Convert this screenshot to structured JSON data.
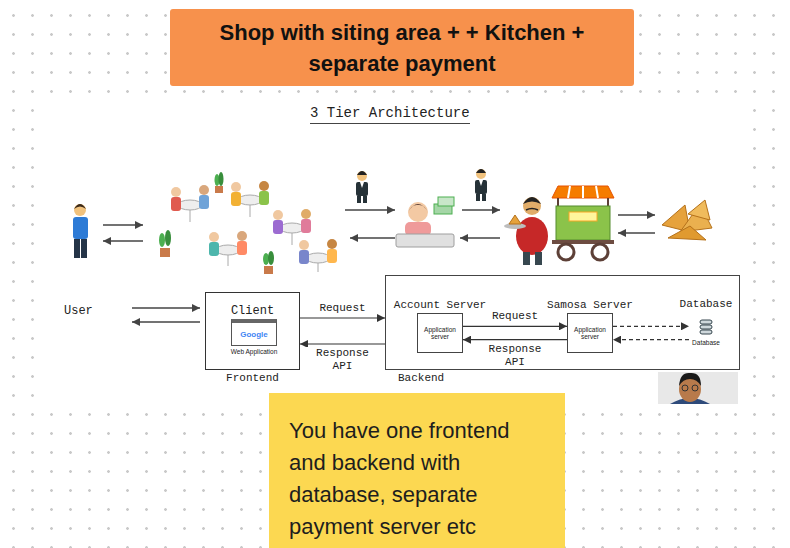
{
  "diagram": {
    "title": "Shop with siting area + + Kitchen + separate payment",
    "nodes": [
      {
        "text": [
          "Client",
          "Frontend"
        ]
      },
      {
        "text": [
          "Google",
          "Web Application"
        ],
        "in": 0
      },
      {
        "text": [
          "Backend"
        ]
      },
      {
        "text": [
          "Account Server",
          "Application server"
        ],
        "in": 2
      },
      {
        "text": [
          "Samosa Server",
          "Application server"
        ],
        "in": 2
      },
      {
        "text": [
          "Database",
          "Database"
        ],
        "in": 2
      },
      {
        "text": [
          "You have one frontend and backend with database, separate payment server etc"
        ]
      }
    ],
    "edges": [
      {
        "from": 0,
        "to": 2,
        "label": "Request",
        "arrow": "to"
      },
      {
        "from": 2,
        "to": 0,
        "label": "Response API",
        "arrow": "to"
      },
      {
        "from": 3,
        "to": 4,
        "label": "Request",
        "arrow": "to"
      },
      {
        "from": 4,
        "to": 3,
        "label": "Response API",
        "arrow": "to"
      },
      {
        "from": 4,
        "to": 5,
        "arrow": "to"
      },
      {
        "from": 5,
        "to": 4,
        "arrow": "to"
      }
    ],
    "labels": [
      "3 Tier Architecture",
      "User"
    ]
  }
}
